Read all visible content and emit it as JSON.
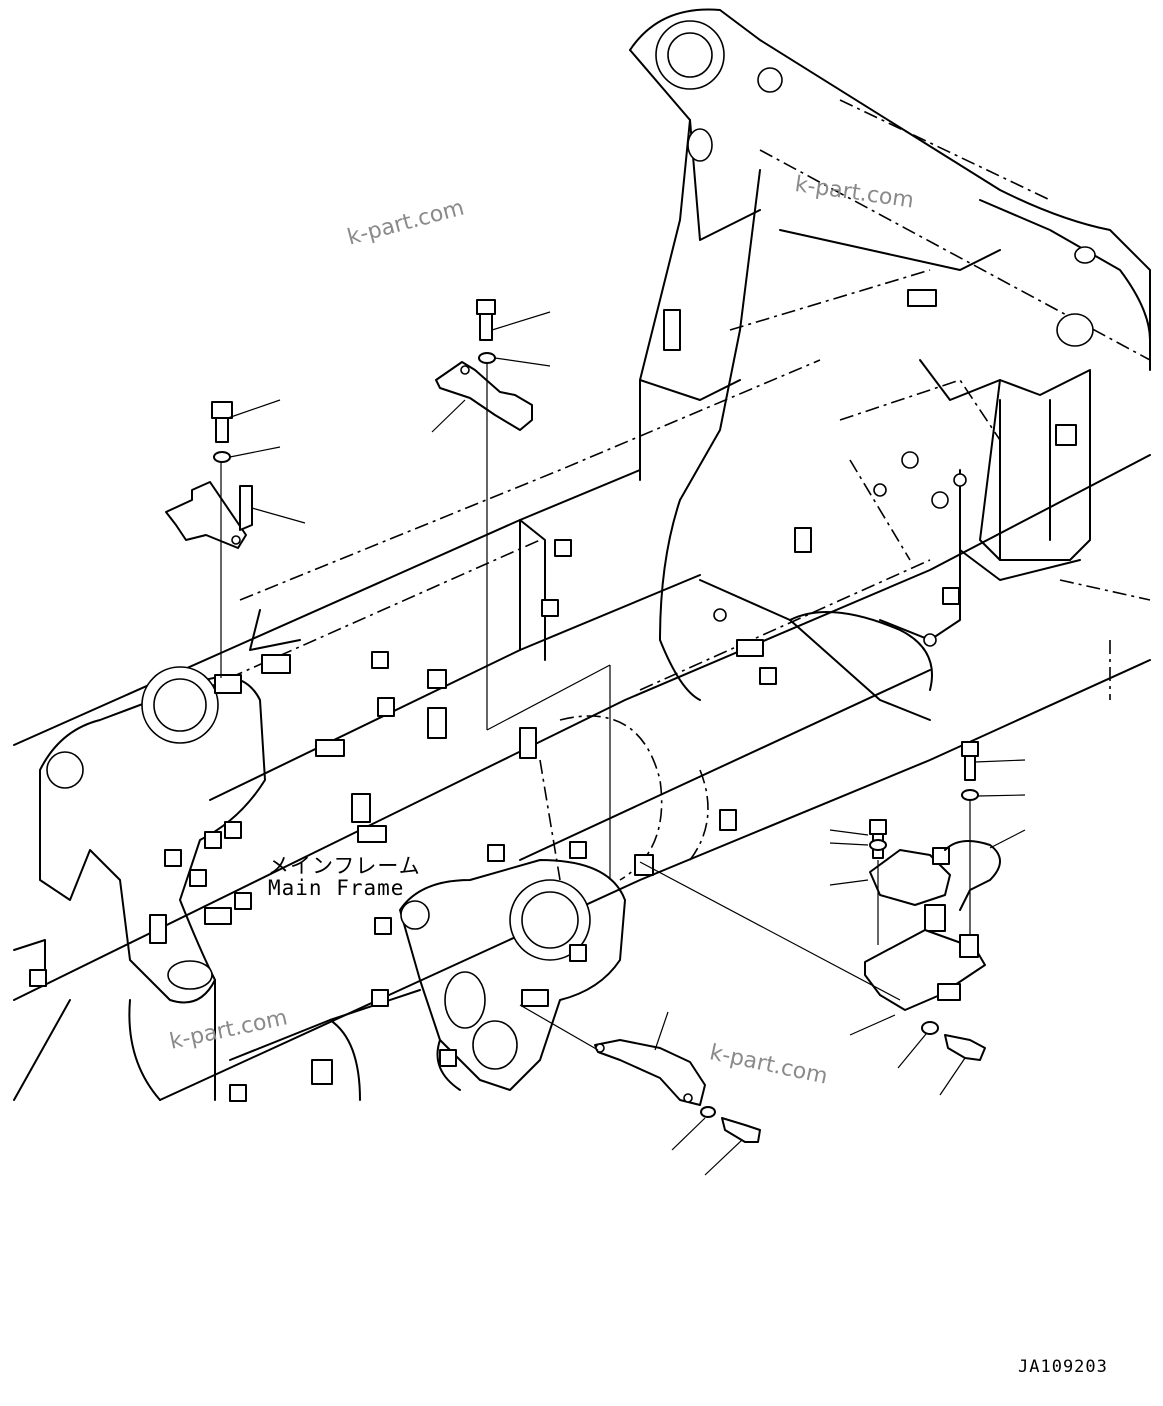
{
  "labels": {
    "frame_jp": "メインフレーム",
    "frame_en": "Main Frame",
    "drawing_id": "JA109203"
  },
  "watermarks": [
    "k-part.com",
    "k-part.com",
    "k-part.com",
    "k-part.com"
  ],
  "colors": {
    "line": "#000000",
    "background": "#ffffff",
    "watermark": "#8a8a8a"
  }
}
